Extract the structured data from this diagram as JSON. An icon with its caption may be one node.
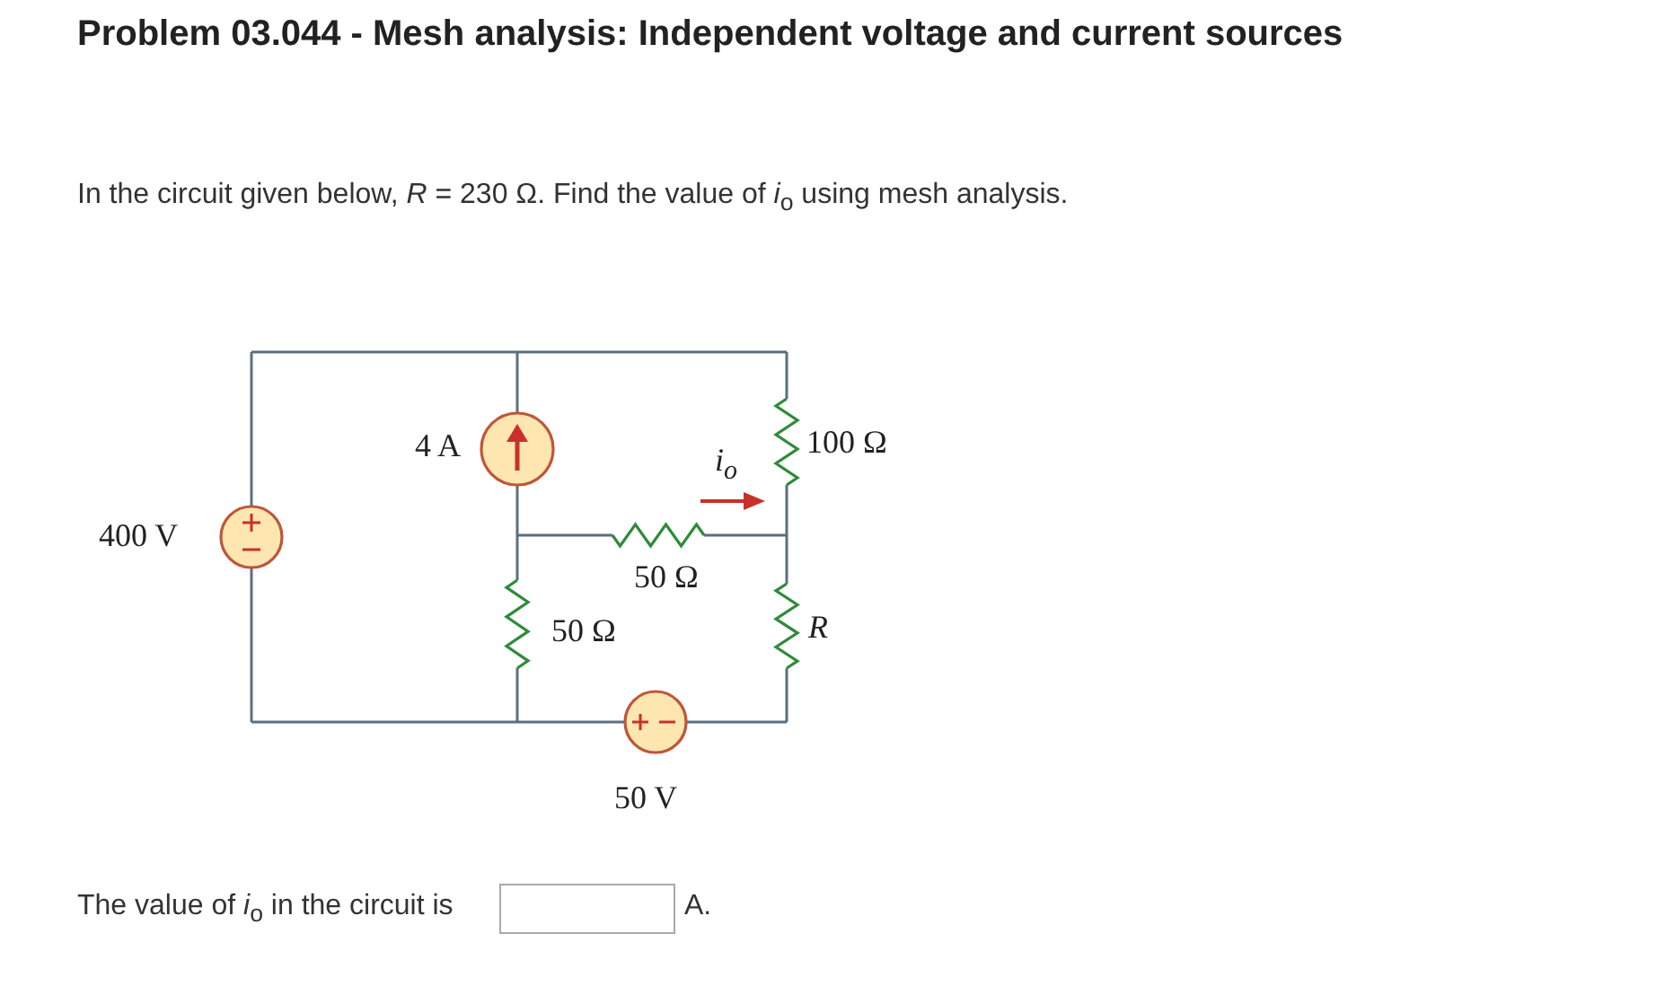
{
  "diagram": {
    "title": "Problem 03.044 - Mesh analysis: Independent voltage and current sources",
    "labels": [
      "In the circuit given below, *R* = 230 Ω. Find the value of *i*$_{o}$ using mesh analysis.",
      "4 A",
      "*i*$_{o}$",
      "100 Ω",
      "400 V",
      "50 Ω",
      "50 Ω",
      "R",
      "50 V",
      "The value of *i*$_{o}$ in the circuit is",
      "A."
    ]
  }
}
